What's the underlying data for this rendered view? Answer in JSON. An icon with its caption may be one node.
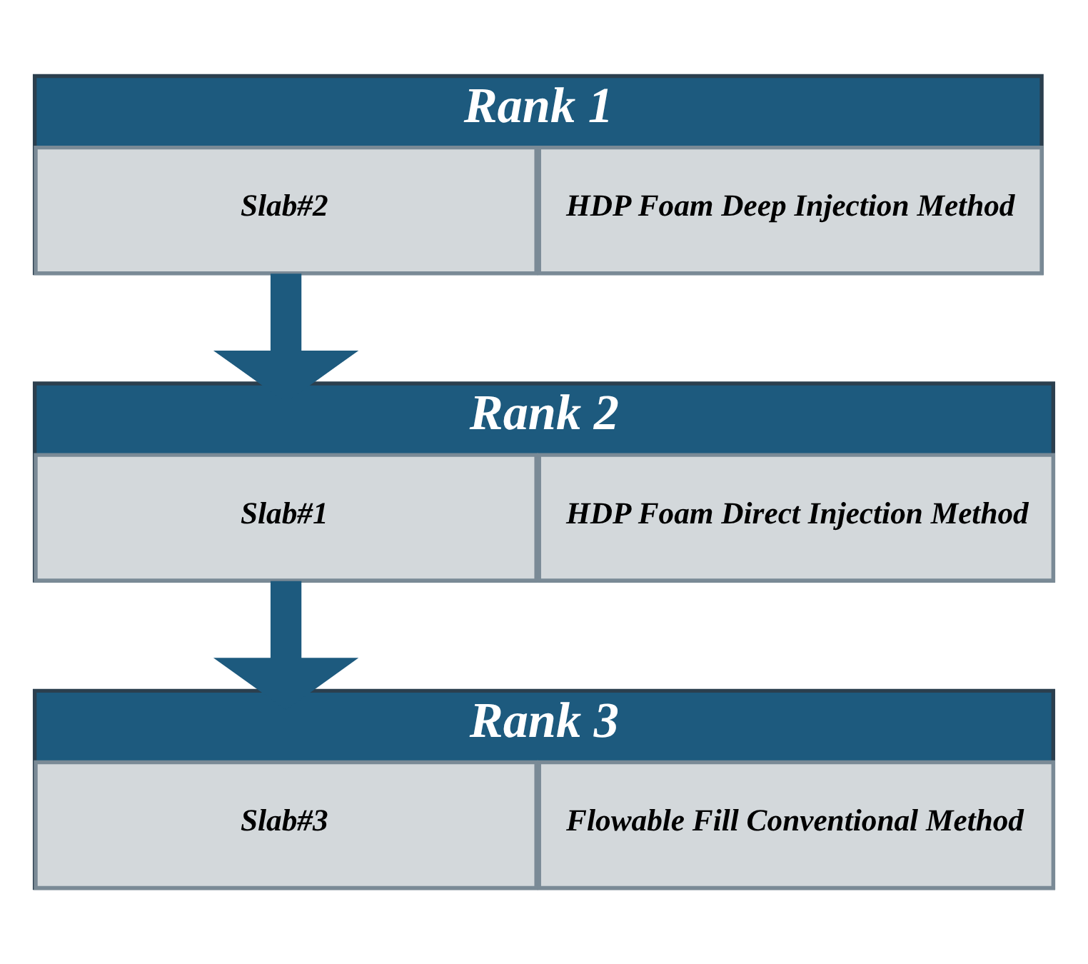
{
  "diagram": {
    "nodes": [
      {
        "text": [
          "Rank 1"
        ]
      },
      {
        "text": [
          "Slab#2"
        ],
        "in": 0
      },
      {
        "text": [
          "HDP Foam Deep Injection Method"
        ],
        "in": 0
      },
      {
        "text": [
          "Rank 2"
        ]
      },
      {
        "text": [
          "Slab#1"
        ],
        "in": 3
      },
      {
        "text": [
          "HDP Foam Direct Injection Method"
        ],
        "in": 3
      },
      {
        "text": [
          "Rank 3"
        ]
      },
      {
        "text": [
          "Slab#3"
        ],
        "in": 6
      },
      {
        "text": [
          "Flowable Fill Conventional Method"
        ],
        "in": 6
      }
    ],
    "edges": [
      {
        "from": 0,
        "to": 3,
        "arrow": "to"
      },
      {
        "from": 3,
        "to": 6,
        "arrow": "to"
      }
    ]
  }
}
